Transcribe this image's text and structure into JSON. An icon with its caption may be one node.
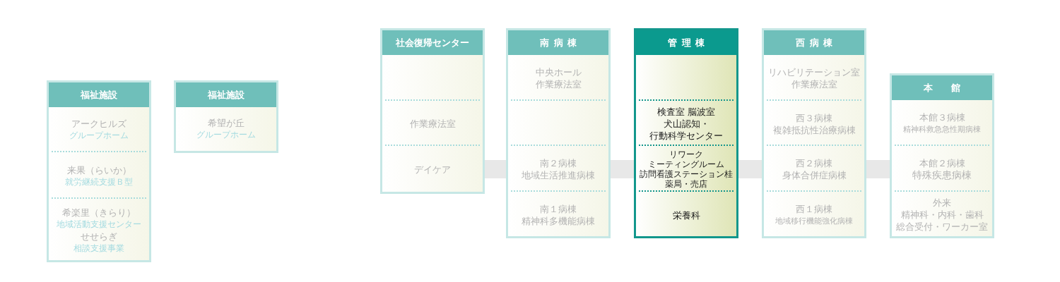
{
  "diagram": {
    "nodes": [
      {
        "text": [
          "福祉施設"
        ]
      },
      {
        "text": [
          "アークヒルズ",
          "グループホーム"
        ],
        "in": 0
      },
      {
        "text": [
          "来果（らいか）",
          "就労継続支援Ｂ型"
        ],
        "in": 0
      },
      {
        "text": [
          "希楽里（きらり）",
          "地域活動支援センター",
          "せせらぎ",
          "相談支援事業"
        ],
        "in": 0
      },
      {
        "text": [
          "福祉施設"
        ]
      },
      {
        "text": [
          "希望が丘",
          "グループホーム"
        ],
        "in": 4
      },
      {
        "text": [
          "社会復帰センター"
        ]
      },
      {
        "text": [
          "作業療法室"
        ],
        "in": 6
      },
      {
        "text": [
          "デイケア"
        ],
        "in": 6
      },
      {
        "text": [
          "南病棟"
        ]
      },
      {
        "text": [
          "中央ホール",
          "作業療法室"
        ],
        "in": 9
      },
      {
        "text": [
          "南２病棟",
          "地域生活推進病棟"
        ],
        "in": 9
      },
      {
        "text": [
          "南１病棟",
          "精神科多機能病棟"
        ],
        "in": 9
      },
      {
        "text": [
          "管理棟"
        ]
      },
      {
        "text": [
          "検査室 脳波室",
          "犬山認知・行動科学センター"
        ],
        "in": 13
      },
      {
        "text": [
          "リワーク",
          "ミーティングルーム",
          "訪問看護ステーション桂",
          "薬局・売店"
        ],
        "in": 13
      },
      {
        "text": [
          "栄養科"
        ],
        "in": 13
      },
      {
        "text": [
          "西病棟"
        ]
      },
      {
        "text": [
          "リハビリテーション室",
          "作業療法室"
        ],
        "in": 17
      },
      {
        "text": [
          "西３病棟",
          "複雑抵抗性治療病棟"
        ],
        "in": 17
      },
      {
        "text": [
          "西２病棟",
          "身体合併症病棟"
        ],
        "in": 17
      },
      {
        "text": [
          "西１病棟",
          "地域移行機能強化病棟"
        ],
        "in": 17
      },
      {
        "text": [
          "本館"
        ]
      },
      {
        "text": [
          "本館３病棟",
          "精神科救急急性期病棟"
        ],
        "in": 22
      },
      {
        "text": [
          "本館２病棟",
          "特殊疾患病棟"
        ],
        "in": 22
      },
      {
        "text": [
          "外来",
          "精神科・内科・歯科",
          "総合受付・ワーカー室"
        ],
        "in": 22
      }
    ],
    "edges": [
      {
        "from": 6,
        "to": 9,
        "arrow": "none"
      },
      {
        "from": 9,
        "to": 13,
        "arrow": "none"
      },
      {
        "from": 13,
        "to": 17,
        "arrow": "none"
      },
      {
        "from": 17,
        "to": 22,
        "arrow": "none"
      }
    ]
  }
}
